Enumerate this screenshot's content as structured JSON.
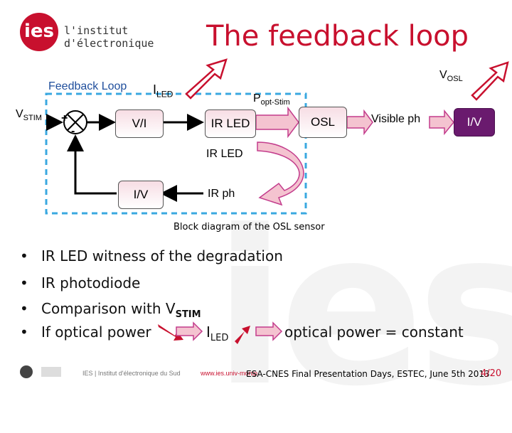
{
  "header": {
    "logo_mark": "ies",
    "logo_line1": "l'institut",
    "logo_line2": "d'électronique",
    "title": "The feedback loop"
  },
  "diagram": {
    "feedback_loop_label": "Feedback Loop",
    "vstim_main": "V",
    "vstim_sub": "STIM",
    "plus": "+",
    "minus": "-",
    "iled_main": "I",
    "iled_sub": "LED",
    "popt_main": "P",
    "popt_sub": "opt-Stim",
    "vosl_main": "V",
    "vosl_sub": "OSL",
    "vi_box": "V/I",
    "ir_led_box": "IR LED",
    "osl_box": "OSL",
    "visible_ph": "Visible ph",
    "iv_box_right": "I/V",
    "ir_led_label2": "IR LED",
    "iv_box_bottom": "I/V",
    "ir_ph": "IR ph",
    "caption": "Block diagram of the OSL sensor"
  },
  "bullets": {
    "dot": "•",
    "item1": "IR LED witness of the degradation",
    "item2": "IR photodiode",
    "item3_main": "Comparison with V",
    "item3_sub": "STIM",
    "item4_prefix": "If optical power",
    "item4_iled_main": "I",
    "item4_iled_sub": "LED",
    "item4_suffix": "optical power = constant"
  },
  "footer": {
    "org": "IES | Institut d'électronique du Sud",
    "url": "www.ies.univ-montp",
    "event": "ESA-CNES Final Presentation Days, ESTEC, June 5th 2013",
    "page": "4/20"
  },
  "colors": {
    "accent_red": "#c8102e",
    "purple": "#6a1a6e",
    "pink": "#f4c3d0",
    "dashed": "#3aa8e0"
  }
}
